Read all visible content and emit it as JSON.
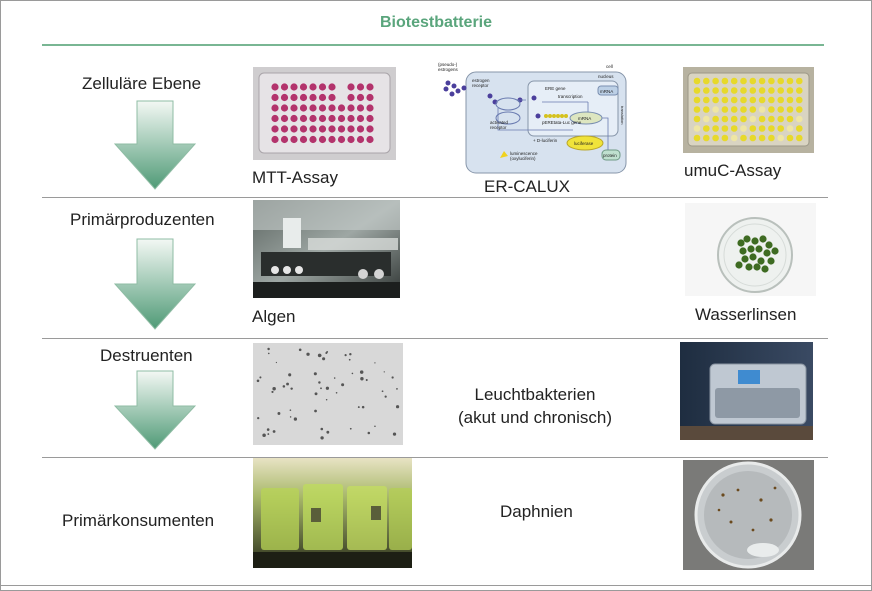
{
  "title": "Biotestbatterie",
  "levels": [
    {
      "label": "Zelluläre Ebene"
    },
    {
      "label": "Primärproduzenten"
    },
    {
      "label": "Destruenten"
    },
    {
      "label": "Primärkonsumenten"
    }
  ],
  "tests": {
    "mtt": "MTT-Assay",
    "er_calux": "ER-CALUX",
    "umuc": "umuC-Assay",
    "algen": "Algen",
    "wasserlinsen": "Wasserlinsen",
    "leucht_line1": "Leuchtbakterien",
    "leucht_line2": "(akut und chronisch)",
    "daphnien": "Daphnien"
  },
  "er_diagram": {
    "pseudo": "(pseudo-)",
    "estrogens": "estrogens",
    "estrogen_receptor_1": "estrogen",
    "estrogen_receptor_2": "receptor",
    "cell": "cell",
    "nucleus": "nucleus",
    "mrna": "mRNA",
    "luciferase": "luciferase",
    "protein": "protein",
    "d_luciferin": "+ D-luciferin",
    "luminescence_1": "luminescence",
    "luminescence_2": "(oxyluciferin)",
    "activated_1": "activated",
    "activated_2": "receptor",
    "ere_gene": "ERE gene",
    "transcription": "transcription",
    "ere_luc": "pEREtata-Luc gene",
    "translation": "translation"
  },
  "colors": {
    "title": "#5aa57c",
    "arrow_top": "#f3f8f4",
    "arrow_bottom": "#4f9a76"
  }
}
